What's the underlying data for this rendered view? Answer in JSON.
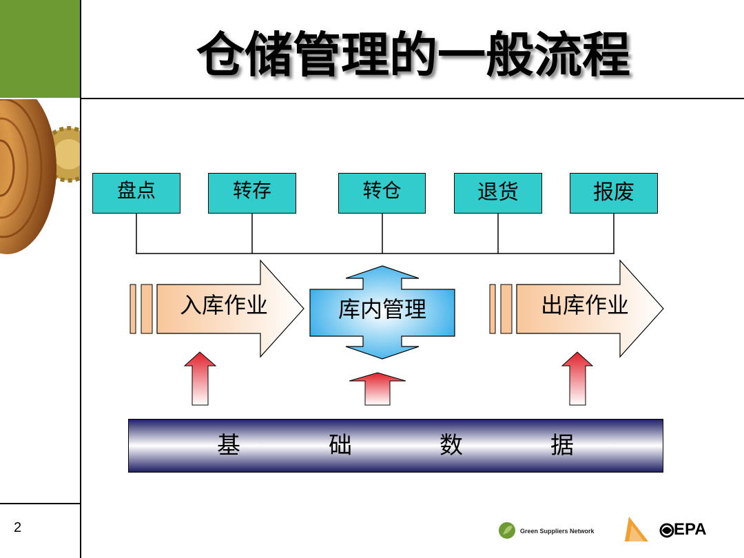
{
  "title": "仓储管理的一般流程",
  "page_number": "2",
  "top_boxes": [
    "盘点",
    "转存",
    "转仓",
    "退货",
    "报废"
  ],
  "flow": {
    "inbound": "入库作业",
    "internal": "库内管理",
    "outbound": "出库作业"
  },
  "base": [
    "基",
    "础",
    "数",
    "据"
  ],
  "footer": {
    "gsn_label": "Green Suppliers Network",
    "epa_label": "EPA"
  },
  "colors": {
    "accent_green": "#6e9a33",
    "box_teal": "#33cccc",
    "arrow_orange": "#f8c69a",
    "arrow_blue": "#28a8e8",
    "up_arrow_red": "#e0202a",
    "base_navy": "#1f1f66"
  }
}
